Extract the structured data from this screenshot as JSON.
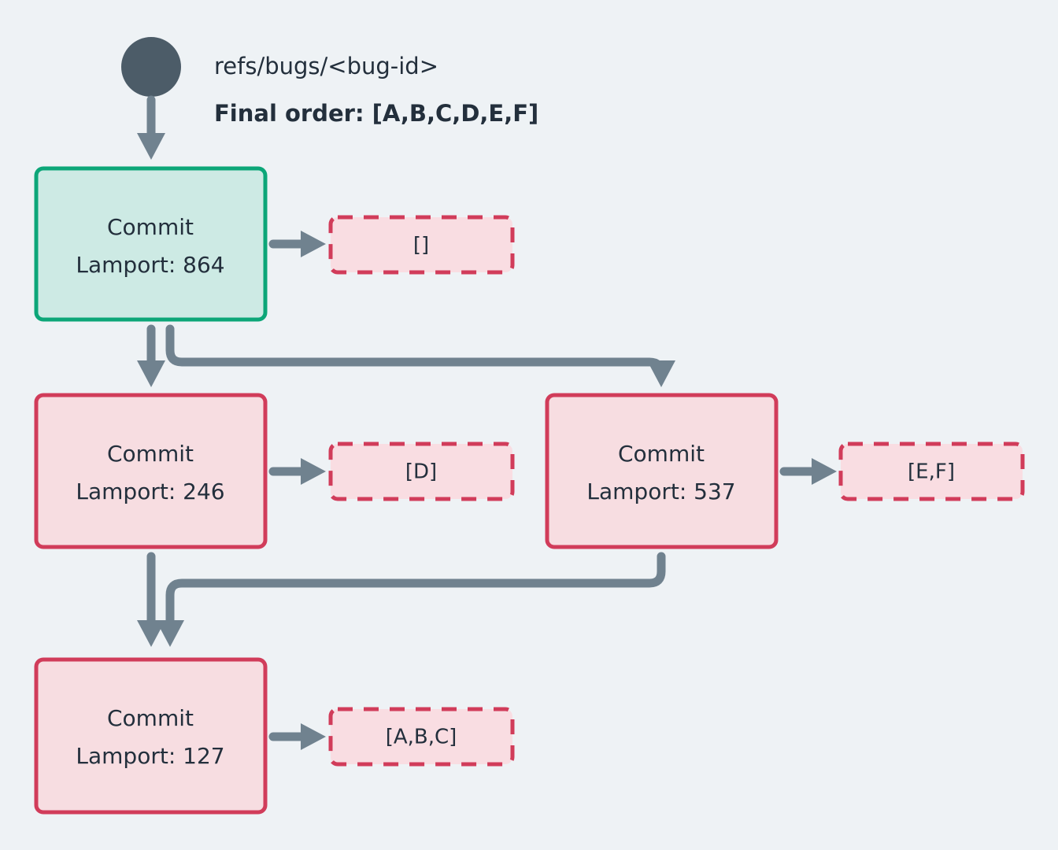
{
  "diagram": {
    "background_color": "#eef2f5",
    "ref": {
      "label": "refs/bugs/<bug-id>",
      "marker_color": "#4c5c68"
    },
    "final_order": {
      "label": "Final order: [A,B,C,D,E,F]"
    },
    "palette": {
      "head_fill": "#cdeae4",
      "head_stroke": "#0ca678",
      "commit_fill": "#f7dde1",
      "commit_stroke": "#d13c5a",
      "chip_fill": "#f9dde2",
      "chip_stroke": "#d13c5a",
      "edge_color": "#70828f",
      "text_color": "#232f3c"
    },
    "nodes": [
      {
        "id": "commit-864",
        "title": "Commit",
        "lamport": "Lamport: 864",
        "variant": "head",
        "payload": "[]"
      },
      {
        "id": "commit-246",
        "title": "Commit",
        "lamport": "Lamport: 246",
        "variant": "commit",
        "payload": "[D]"
      },
      {
        "id": "commit-537",
        "title": "Commit",
        "lamport": "Lamport: 537",
        "variant": "commit",
        "payload": "[E,F]"
      },
      {
        "id": "commit-127",
        "title": "Commit",
        "lamport": "Lamport: 127",
        "variant": "commit",
        "payload": "[A,B,C]"
      }
    ]
  }
}
